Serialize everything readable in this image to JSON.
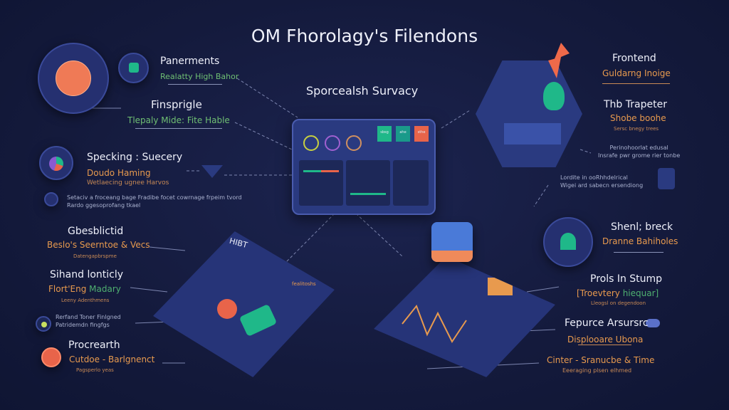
{
  "title": "OM Fhorolagy's Filendons",
  "center": {
    "label": "Sporcealsh Survacy"
  },
  "left": [
    {
      "title": "Panerments",
      "sub": "Realatty High Bahor"
    },
    {
      "title": "Finsprigle",
      "sub": "Tlepaly Mide: Fite Hable"
    },
    {
      "title": "Specking : Suecery",
      "sub": "Doudo Haming",
      "small": "Wetlaecing ugnee Harvos"
    },
    {
      "desc": "Setaciv a froceang bage Fradibe focet cowrnage frpeim tvord",
      "desc2": "Rardo ggesoprofang tkael"
    },
    {
      "title": "Gbesblictid",
      "sub": "Beslo's Seerntoe & Vecs",
      "small": "Datengapbrspme"
    },
    {
      "title": "Sihand lonticly",
      "sub": "Flort'Eng",
      "sub2": "Madary",
      "small": "Leeny Adenthmens"
    },
    {
      "desc": "Rerfand Toner Finlgned",
      "desc2": "Patridemdn fingfgs"
    },
    {
      "title": "Procrearth",
      "sub": "Cutdoe - Barlgnenct",
      "small": "Pagsperlo yeas"
    }
  ],
  "right": [
    {
      "title": "Frontend",
      "sub": "Guldarng Inoige"
    },
    {
      "title": "Thb Trapeter",
      "sub": "Shobe boohe",
      "small": "Sersc bnegy trees"
    },
    {
      "desc": "Perinohoorlat edusal",
      "desc2": "Insrafe pwr grome rier tonbe"
    },
    {
      "desc": "Lordite in ooRhhdelrical",
      "desc2": "Wigei ard sabecn ersendiong"
    },
    {
      "title": "Shenl; breck",
      "sub": "Dranne Bahiholes"
    },
    {
      "title": "Prols In Stump",
      "sub": "[Troevtery",
      "sub2": "hiequar]",
      "small": "Lleogsl on degendoon"
    },
    {
      "title": "Fepurce Arsursrc",
      "sub": "Displooare Ubona"
    },
    {
      "title": "",
      "sub": "Cinter - Sranucbe & Time",
      "small": "Eeeraging plsen elhmed"
    }
  ],
  "dashboard": {
    "tiles": [
      "sbsg",
      "ahe",
      "sthe"
    ]
  },
  "laptop": {
    "brand": "HIBT",
    "tag": "fealitoshs"
  },
  "colors": {
    "bg": "#141a3c",
    "accent": "#e8644a",
    "green": "#1fb889",
    "orange": "#e89a4e"
  }
}
